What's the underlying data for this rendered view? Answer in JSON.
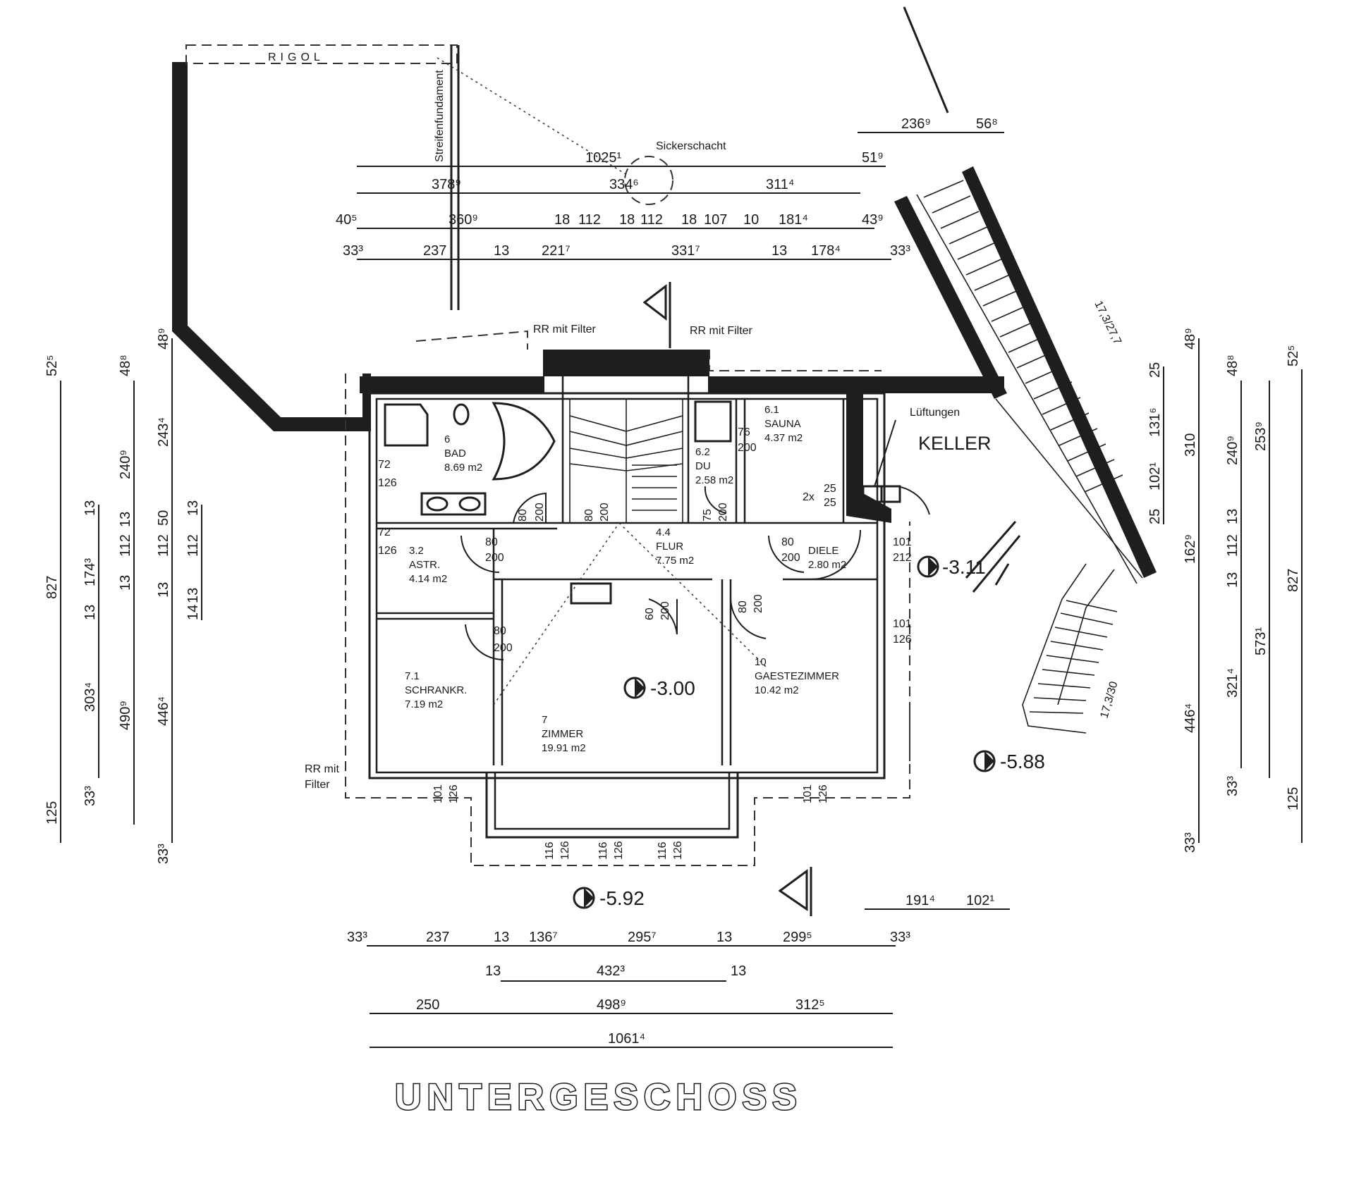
{
  "plan": {
    "title": "UNTERGESCHOSS",
    "rigol_label": "RIGOL",
    "strip_foundation_label": "Streifenfundament",
    "sump_label": "Sickerschacht",
    "vent_label": "Lüftungen",
    "filter_labels": [
      "RR mit Filter",
      "RR mit Filter",
      "RR mit",
      "Filter"
    ],
    "keller_label": "KELLER",
    "rooms": [
      {
        "number": "6",
        "name": "BAD",
        "area": "8.69 m2"
      },
      {
        "number": "6.2",
        "name": "DU",
        "area": "2.58 m2"
      },
      {
        "number": "6.1",
        "name": "SAUNA",
        "area": "4.37 m2"
      },
      {
        "number": "3.2",
        "name": "ASTR.",
        "area": "4.14 m2"
      },
      {
        "number": "4.4",
        "name": "FLUR",
        "area": "7.75 m2"
      },
      {
        "number": "",
        "name": "DIELE",
        "area": "2.80 m2"
      },
      {
        "number": "7.1",
        "name": "SCHRANKR.",
        "area": "7.19 m2"
      },
      {
        "number": "7",
        "name": "ZIMMER",
        "area": "19.91 m2"
      },
      {
        "number": "10",
        "name": "GAESTEZIMMER",
        "area": "10.42 m2"
      }
    ],
    "elevations": [
      "-3.11",
      "-3.00",
      "-5.88",
      "-5.92"
    ],
    "stair_notes": [
      "17,3/27,7",
      "17,3/30"
    ],
    "top_dims": {
      "row0": [
        "236⁹",
        "56⁸"
      ],
      "row1": [
        "1025¹",
        "51⁹"
      ],
      "row2": [
        "378⁹",
        "334⁶",
        "311⁴"
      ],
      "row3": [
        "40⁵",
        "360⁹",
        "18",
        "112",
        "18",
        "112",
        "18",
        "107",
        "10",
        "181⁴",
        "43⁹"
      ],
      "row4": [
        "33³",
        "237",
        "13",
        "221⁷",
        "331⁷",
        "13",
        "178⁴",
        "33³"
      ]
    },
    "bottom_dims": {
      "row0": [
        "191⁴",
        "102¹"
      ],
      "row1": [
        "33³",
        "237",
        "13",
        "136⁷",
        "295⁷",
        "13",
        "299⁵",
        "33³"
      ],
      "row2": [
        "13",
        "432³",
        "13"
      ],
      "row3": [
        "250",
        "498⁹",
        "312⁵"
      ],
      "row4": [
        "1061⁴"
      ]
    },
    "left_dims": {
      "outer": [
        "52⁵",
        "827",
        "125"
      ],
      "col2": [
        "13",
        "174³",
        "13",
        "303⁴",
        "33³"
      ],
      "col3": [
        "48⁸",
        "240⁹",
        "13",
        "112",
        "13",
        "490⁹"
      ],
      "col4": [
        "48⁹",
        "243⁴",
        "50",
        "112",
        "13",
        "446⁴",
        "33³"
      ],
      "col5": [
        "13",
        "112",
        "13",
        "14"
      ]
    },
    "right_dims": {
      "outer": [
        "52⁵",
        "827",
        "125"
      ],
      "col1": [
        "48⁹",
        "310",
        "162⁹",
        "446⁴",
        "33³"
      ],
      "col2": [
        "25",
        "131⁶",
        "102¹",
        "25"
      ],
      "col3": [
        "48⁸",
        "240⁹",
        "13",
        "112",
        "13",
        "321⁴",
        "33³"
      ],
      "col4": [
        "253⁹",
        "573¹"
      ]
    },
    "door_labels": [
      "72",
      "126",
      "72",
      "126",
      "80",
      "200",
      "80",
      "200",
      "80",
      "200",
      "75",
      "200",
      "80",
      "200",
      "80",
      "200",
      "76",
      "200",
      "101",
      "212",
      "101",
      "126",
      "60",
      "200",
      "80",
      "200",
      "101",
      "126",
      "101",
      "126",
      "116",
      "126",
      "116",
      "126",
      "116",
      "126",
      "2x",
      "25",
      "25"
    ]
  }
}
